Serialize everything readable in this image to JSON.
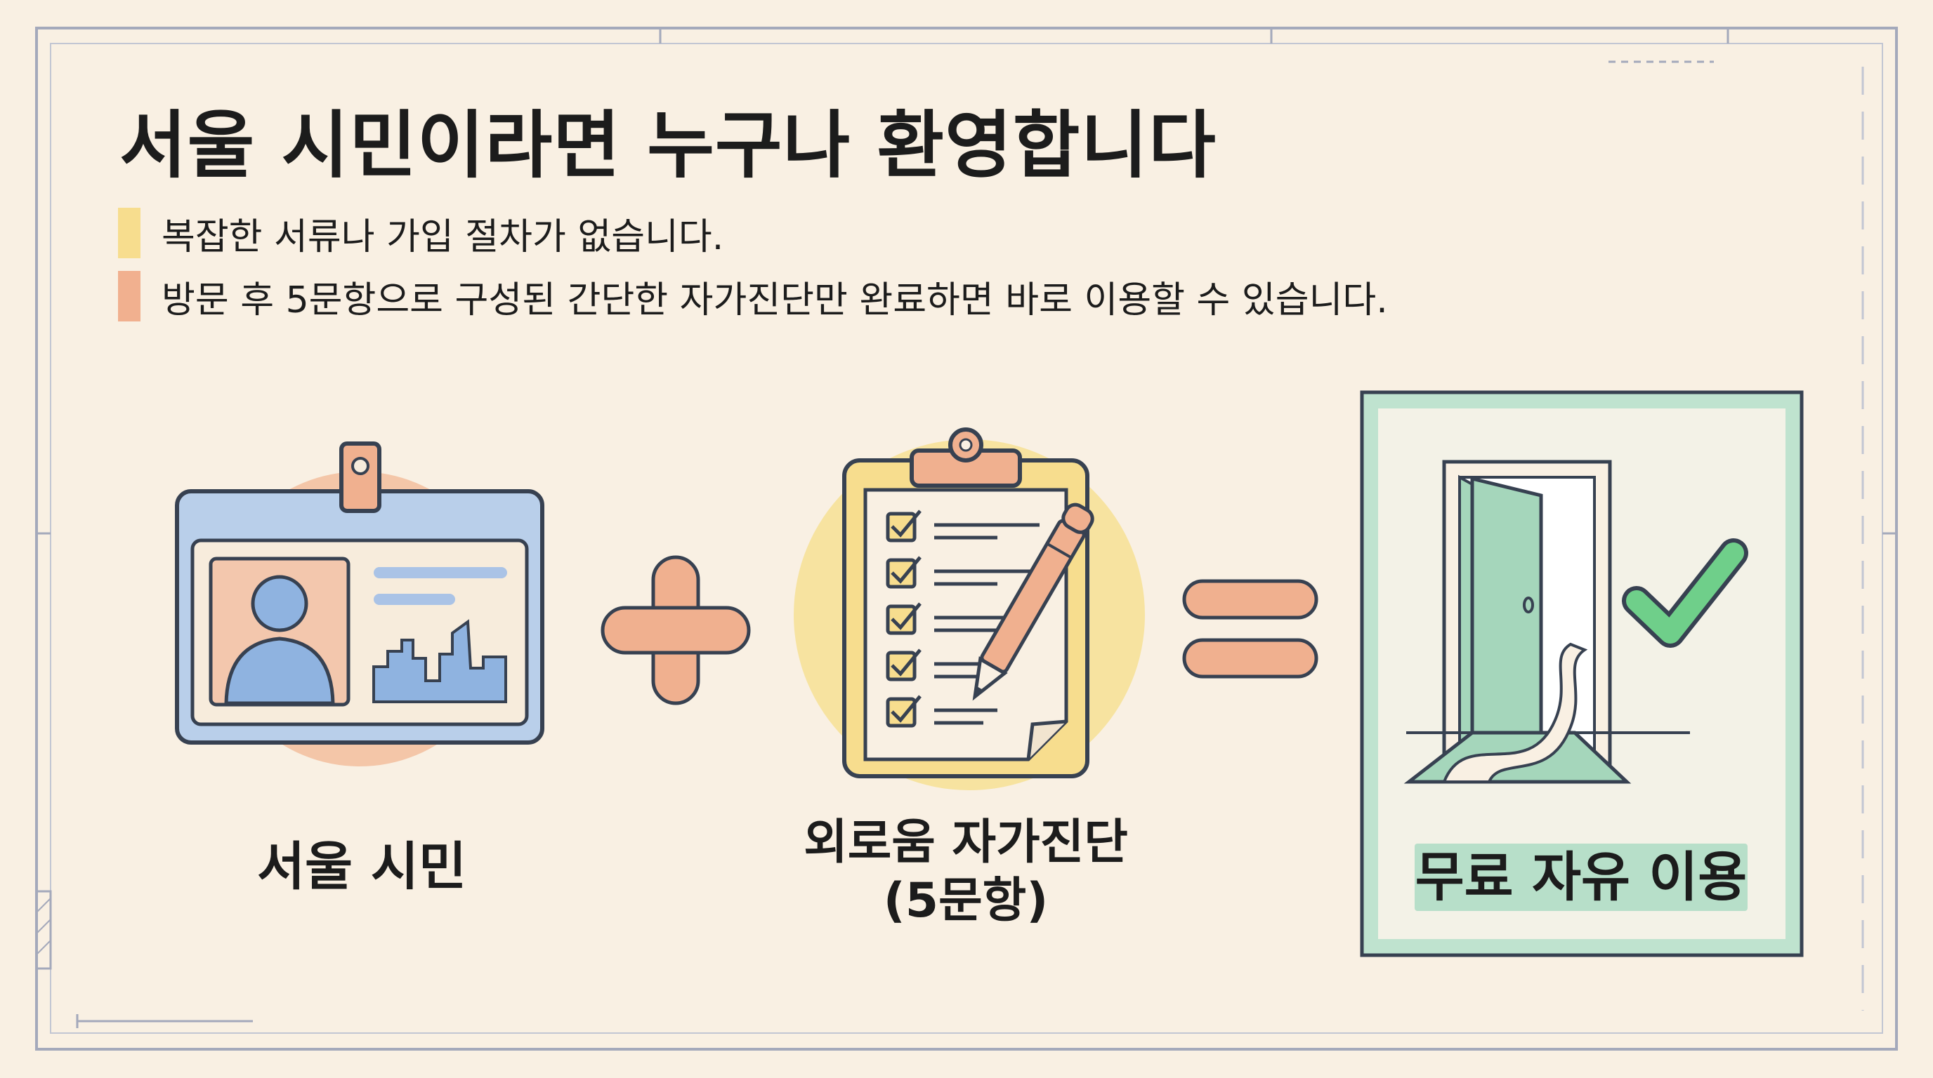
{
  "title": "서울 시민이라면 누구나 환영합니다",
  "bullets": [
    {
      "text": "복잡한 서류나 가입 절차가 없습니다.",
      "color": "#f7dd8e"
    },
    {
      "text": "방문 후 5문항으로 구성된 간단한 자가진단만 완료하면 바로 이용할 수 있습니다.",
      "color": "#f1b08f"
    }
  ],
  "steps": {
    "citizen": {
      "label": "서울 시민",
      "icon": "id-card-icon"
    },
    "diagnosis": {
      "label_line1": "외로움 자가진단",
      "label_line2": "(5문항)",
      "icon": "clipboard-checklist-icon"
    },
    "result": {
      "label": "무료 자유 이용",
      "icon": "open-door-icon"
    }
  },
  "operators": {
    "plus": "plus-icon",
    "equals": "equals-icon"
  },
  "colors": {
    "background": "#f9f0e3",
    "peach": "#f0b08f",
    "yellow": "#f7e3a0",
    "blue": "#b9cfea",
    "green": "#bfe3cf",
    "check_green": "#6fcf8a",
    "frame": "#9da3b5"
  }
}
